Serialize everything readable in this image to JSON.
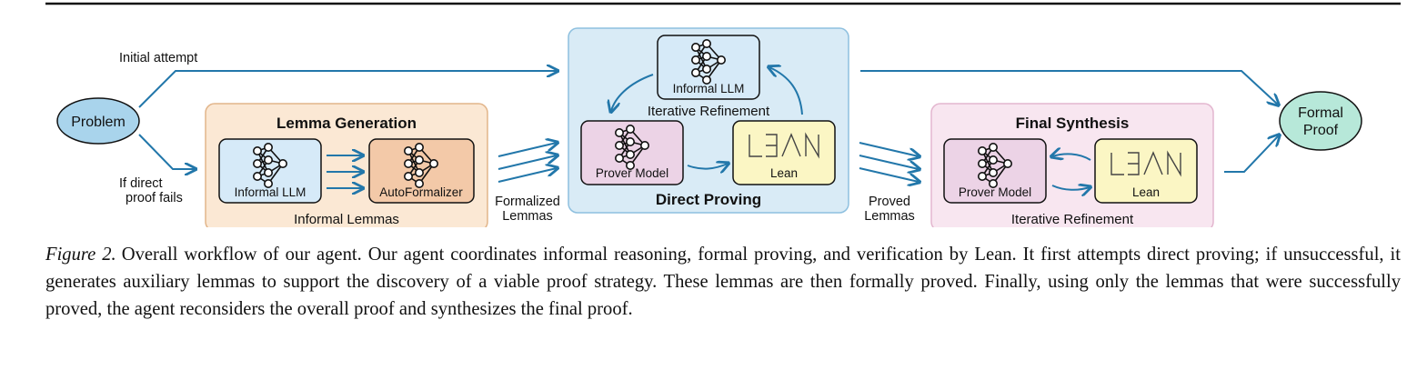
{
  "diagram": {
    "labels": {
      "initial_attempt": "Initial attempt",
      "if_direct_line1": "If direct",
      "if_direct_line2": "proof fails",
      "formalized_line1": "Formalized",
      "formalized_line2": "Lemmas",
      "proved_line1": "Proved",
      "proved_line2": "Lemmas"
    },
    "problem": {
      "label": "Problem"
    },
    "formal_proof": {
      "line1": "Formal",
      "line2": "Proof"
    },
    "lemma_generation": {
      "title": "Lemma Generation",
      "informal_llm": "Informal LLM",
      "autoformalizer": "AutoFormalizer",
      "footer": "Informal Lemmas"
    },
    "direct_proving": {
      "title": "Direct Proving",
      "informal_llm": "Informal LLM",
      "iterative_label": "Iterative Refinement",
      "prover_model": "Prover Model",
      "lean": "Lean"
    },
    "final_synthesis": {
      "title": "Final Synthesis",
      "prover_model": "Prover Model",
      "lean": "Lean",
      "footer": "Iterative Refinement"
    },
    "colors": {
      "arrow": "#2277aa",
      "lemma_bg": "#fbe8d4",
      "lemma_border": "#e2b58a",
      "direct_bg": "#d9ebf6",
      "direct_border": "#8ec0df",
      "final_bg": "#f8e6f0",
      "final_border": "#e3b6cf",
      "llm_box": "#d6eaf8",
      "autoformalizer_box": "#f3c9a8",
      "prover_box": "#ecd3e6",
      "lean_box": "#fbf6c4",
      "problem_fill": "#a9d4ec",
      "proof_fill": "#b7e8d9"
    }
  },
  "caption": {
    "label": "Figure 2.",
    "text": "Overall workflow of our agent. Our agent coordinates informal reasoning, formal proving, and verification by Lean. It first attempts direct proving; if unsuccessful, it generates auxiliary lemmas to support the discovery of a viable proof strategy. These lemmas are then formally proved. Finally, using only the lemmas that were successfully proved, the agent reconsiders the overall proof and synthesizes the final proof."
  }
}
